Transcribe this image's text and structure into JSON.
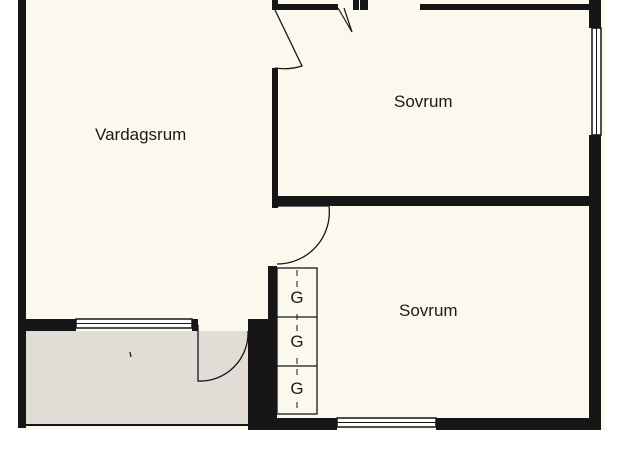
{
  "rooms": {
    "living": {
      "label": "Vardagsrum"
    },
    "bedroom_top": {
      "label": "Sovrum"
    },
    "bedroom_bottom": {
      "label": "Sovrum"
    }
  },
  "wardrobes": [
    {
      "label": "G"
    },
    {
      "label": "G"
    },
    {
      "label": "G"
    }
  ],
  "colors": {
    "paper": "#fbf9ee",
    "wall": "#161616",
    "balcony": "#e2dcd6",
    "window": "#ffffff",
    "line": "#333333"
  }
}
